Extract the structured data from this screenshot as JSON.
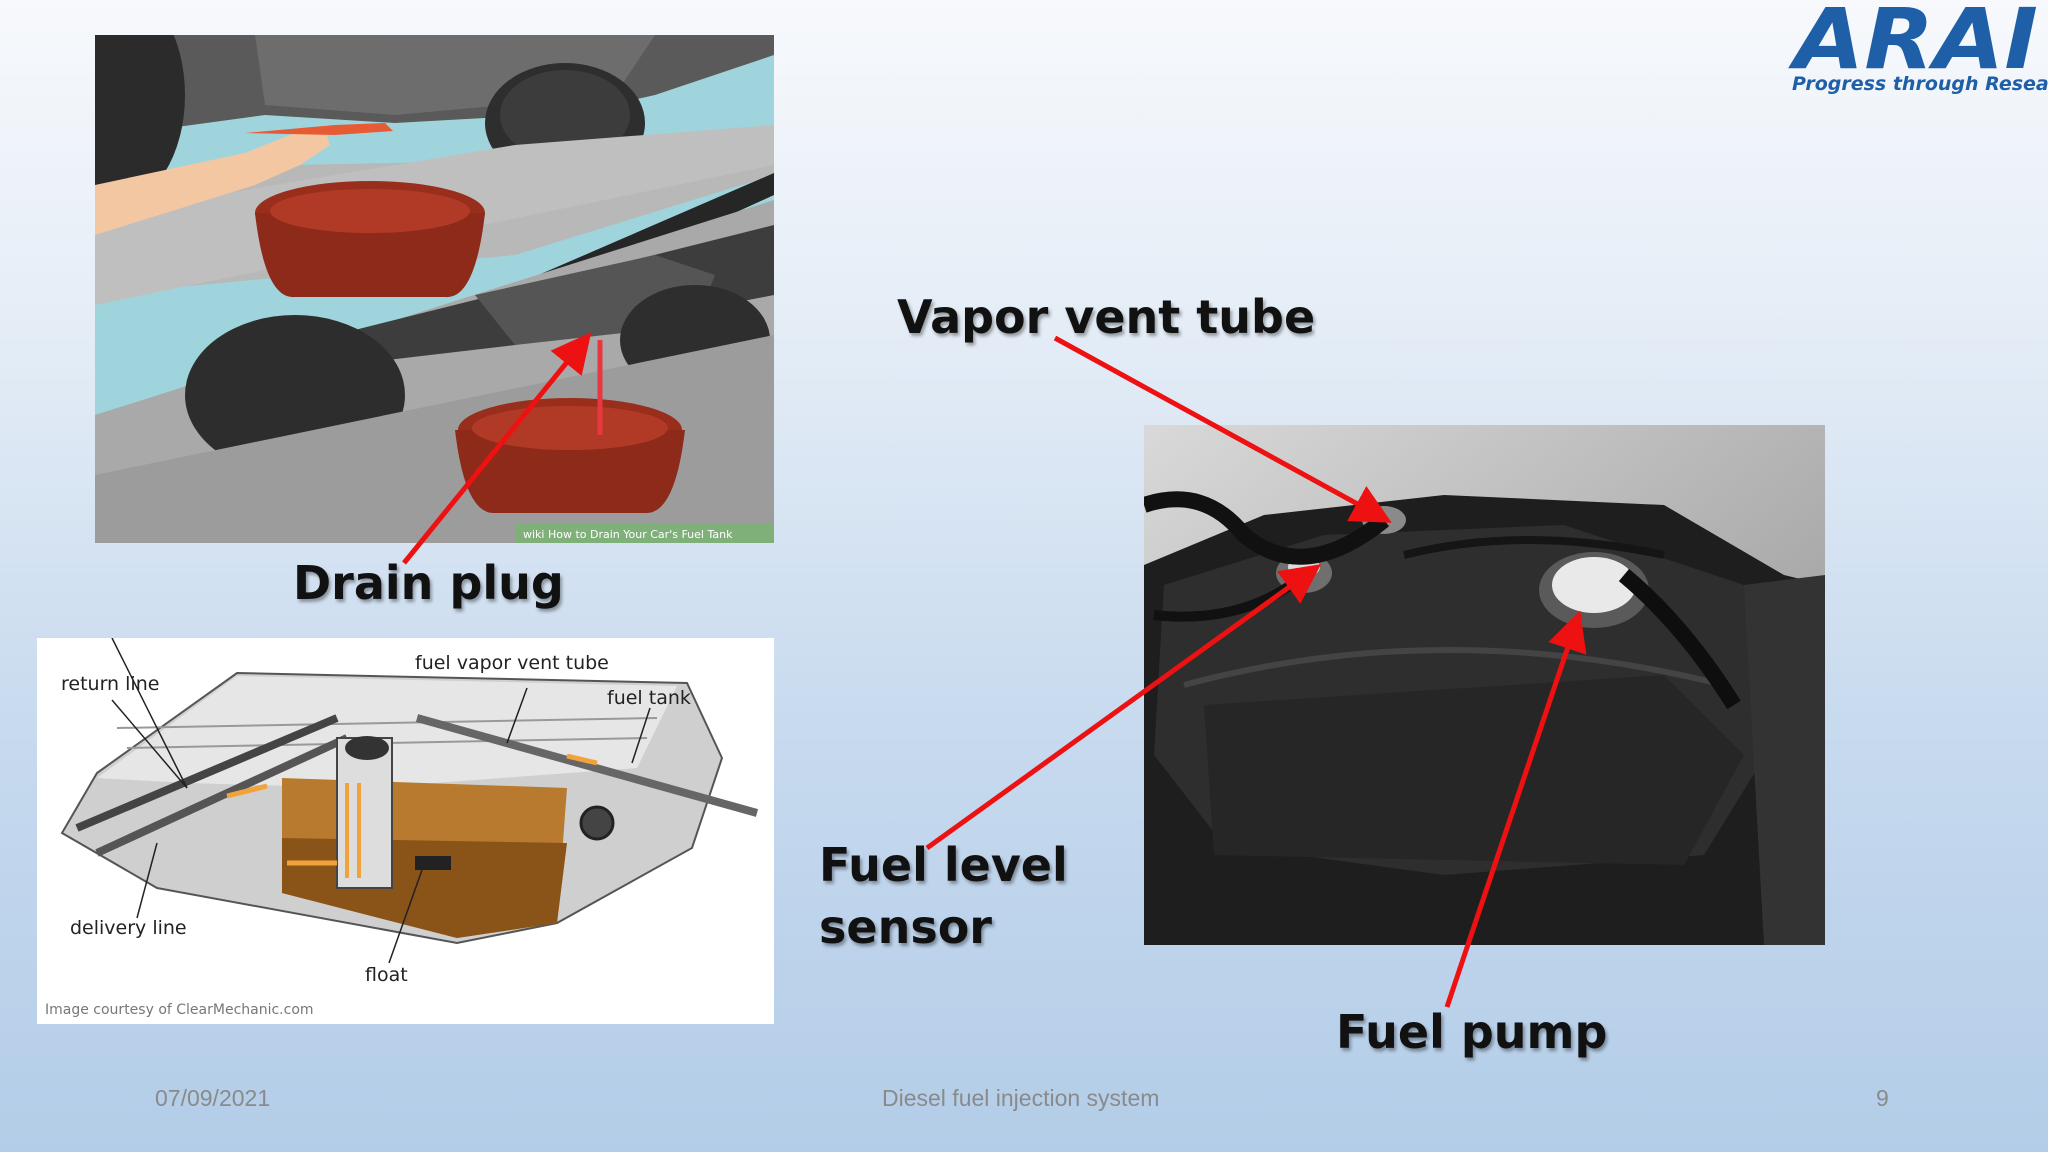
{
  "logo": {
    "brand": "ARAI",
    "tagline": "Progress through Research",
    "color": "#1f5fa8"
  },
  "labels": {
    "vapor_vent_tube": "Vapor vent tube",
    "drain_plug": "Drain plug",
    "fuel_level_sensor_line1": "Fuel level",
    "fuel_level_sensor_line2": "sensor",
    "fuel_pump": "Fuel pump"
  },
  "drain_illustration": {
    "watermark": "wiki How to Drain Your Car's Fuel Tank"
  },
  "tank_diagram": {
    "return_line": "return line",
    "fuel_vapor_vent_tube": "fuel vapor vent tube",
    "fuel_tank": "fuel tank",
    "delivery_line": "delivery line",
    "float": "float",
    "credit": "Image courtesy of ClearMechanic.com"
  },
  "footer": {
    "date": "07/09/2021",
    "title": "Diesel fuel injection system",
    "page": "9"
  },
  "colors": {
    "arrow": "#ee1111",
    "bucket": "#8e2a1a",
    "accent_orange": "#f2a23a"
  }
}
